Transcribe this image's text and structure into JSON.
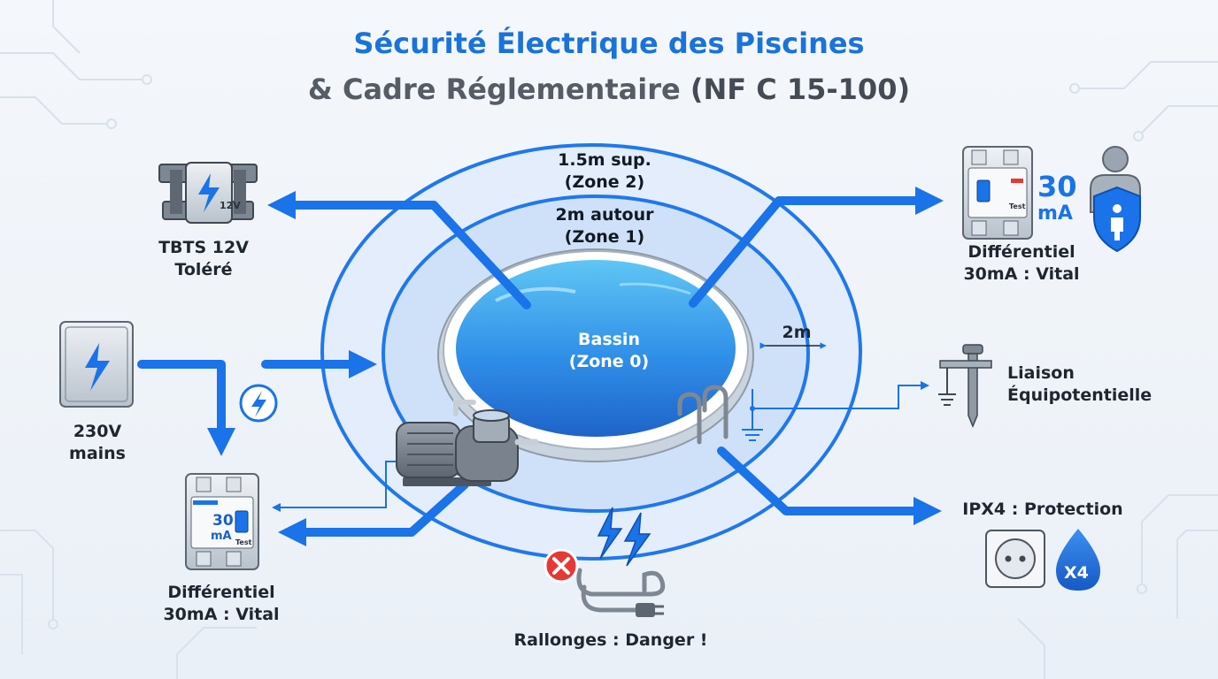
{
  "title": {
    "line1": "Sécurité Électrique des Piscines",
    "line2_prefix": "& Cadre Réglementaire ",
    "line2_bold": "(NF C 15-100)"
  },
  "zones": {
    "zone2": {
      "line1": "1.5m sup.",
      "line2": "(Zone 2)"
    },
    "zone1": {
      "line1": "2m autour",
      "line2": "(Zone 1)"
    },
    "zone0": {
      "line1": "Bassin",
      "line2": "(Zone 0)"
    },
    "dimension": "2m"
  },
  "items": {
    "tbts": {
      "line1": "TBTS 12V",
      "line2": "Toléré",
      "device_label": "12V"
    },
    "mains": {
      "line1": "230V",
      "line2": "mains"
    },
    "rcd_left": {
      "line1": "Différentiel",
      "line2": "30mA : Vital",
      "device_value": "30",
      "device_unit": "mA",
      "device_test": "Test"
    },
    "rcd_right": {
      "line1": "Différentiel",
      "line2": "30mA : Vital",
      "device_value": "30",
      "device_unit": "mA",
      "device_test": "Test"
    },
    "equipotential": {
      "line1": "Liaison",
      "line2": "Équipotentielle"
    },
    "ipx4": {
      "line1": "IPX4 : Protection",
      "badge": "X4"
    },
    "extension": {
      "line1": "Rallonges : Danger !"
    }
  },
  "colors": {
    "accent": "#1a73e8",
    "title_blue": "#1a73d9",
    "zone2_fill": "#e3edfb",
    "zone1_fill": "#cfe1f8",
    "water": "#2f8fe8",
    "danger": "#e53935"
  },
  "icons": [
    "transformer-icon",
    "junction-box-icon",
    "lightning-icon",
    "rcd-breaker-icon",
    "person-icon",
    "shield-icon",
    "ground-rod-icon",
    "ground-symbol-icon",
    "socket-icon",
    "water-drop-icon",
    "extension-cord-icon",
    "forbidden-icon",
    "pool-pump-icon",
    "pool-ladder-icon"
  ]
}
